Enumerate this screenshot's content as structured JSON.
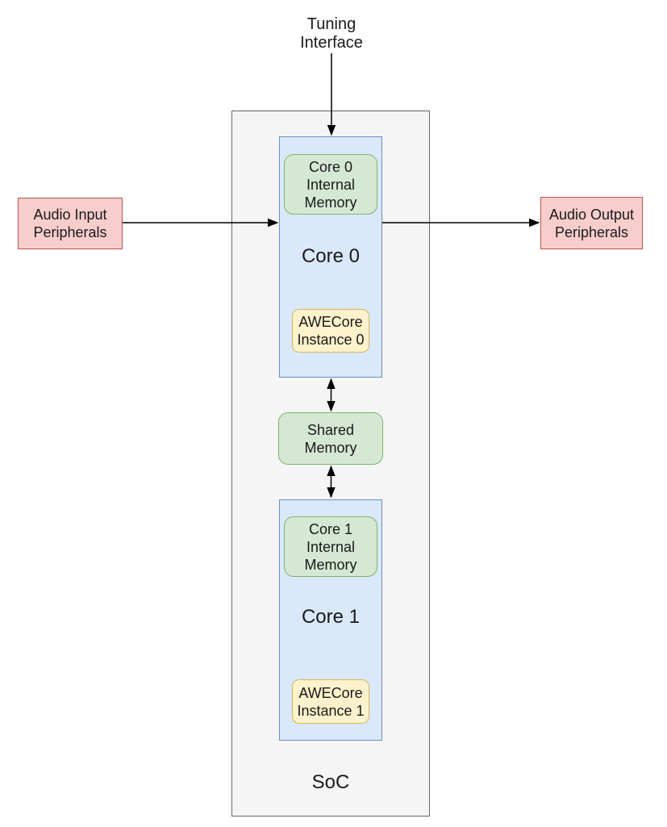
{
  "nodes": {
    "tuning_interface": {
      "label": "Tuning\nInterface"
    },
    "soc": {
      "label": "SoC"
    },
    "audio_input": {
      "label": "Audio Input\nPeripherals"
    },
    "audio_output": {
      "label": "Audio Output\nPeripherals"
    },
    "core0": {
      "label": "Core 0"
    },
    "core0_internal_memory": {
      "label": "Core 0\nInternal\nMemory"
    },
    "awecore_instance0": {
      "label": "AWECore\nInstance 0"
    },
    "shared_memory": {
      "label": "Shared\nMemory"
    },
    "core1": {
      "label": "Core 1"
    },
    "core1_internal_memory": {
      "label": "Core 1\nInternal\nMemory"
    },
    "awecore_instance1": {
      "label": "AWECore\nInstance 1"
    }
  },
  "edges": [
    {
      "from": "Tuning Interface",
      "to": "Core 0",
      "arrow": "one-way"
    },
    {
      "from": "Audio Input Peripherals",
      "to": "Core 0",
      "arrow": "one-way"
    },
    {
      "from": "Core 0",
      "to": "Audio Output Peripherals",
      "arrow": "one-way"
    },
    {
      "from": "Core 0",
      "to": "Shared Memory",
      "arrow": "two-way"
    },
    {
      "from": "Shared Memory",
      "to": "Core 1",
      "arrow": "two-way"
    }
  ],
  "colors": {
    "core_fill": "#dae8fc",
    "core_stroke": "#6c8ebf",
    "memory_fill": "#d5e8d4",
    "memory_stroke": "#82b366",
    "awecore_fill": "#fff2cc",
    "awecore_stroke": "#d6b656",
    "peripheral_fill": "#f8cecc",
    "peripheral_stroke": "#b85450",
    "soc_fill": "#f5f5f5",
    "soc_stroke": "#666666",
    "arrow": "#000000"
  }
}
